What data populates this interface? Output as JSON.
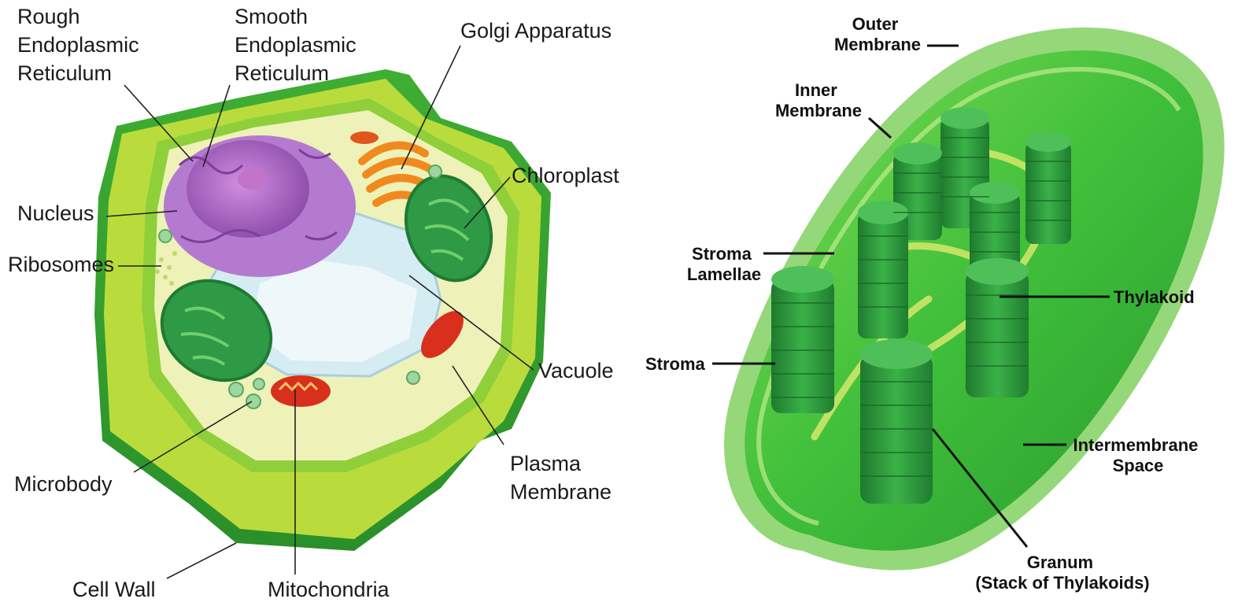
{
  "plant_cell": {
    "labels": {
      "rough_er": [
        "Rough",
        "Endoplasmic",
        "Reticulum"
      ],
      "smooth_er": [
        "Smooth",
        "Endoplasmic",
        "Reticulum"
      ],
      "golgi": "Golgi Apparatus",
      "chloroplast": "Chloroplast",
      "nucleus": "Nucleus",
      "ribosomes": "Ribosomes",
      "vacuole": "Vacuole",
      "plasma_membrane": [
        "Plasma",
        "Membrane"
      ],
      "microbody": "Microbody",
      "cell_wall": "Cell Wall",
      "mitochondria": "Mitochondria"
    }
  },
  "chloroplast_detail": {
    "labels": {
      "outer_membrane": [
        "Outer",
        "Membrane"
      ],
      "inner_membrane": [
        "Inner",
        "Membrane"
      ],
      "stroma_lamellae": [
        "Stroma",
        "Lamellae"
      ],
      "thylakoid": "Thylakoid",
      "stroma": "Stroma",
      "intermembrane_space": [
        "Intermembrane",
        "Space"
      ],
      "granum": [
        "Granum",
        "(Stack of Thylakoids)"
      ]
    }
  },
  "colors": {
    "cell_wall_dark": "#2f9a2c",
    "cell_wall_light": "#b9dc3c",
    "cytoplasm": "#eef2b8",
    "nucleus": "#a565c2",
    "vacuole": "#d5ecf3",
    "golgi": "#f08a1e",
    "mitochondria": "#d8301c",
    "chloroplast": "#2e9a45",
    "chloroplast_body": "#4cc53f"
  }
}
